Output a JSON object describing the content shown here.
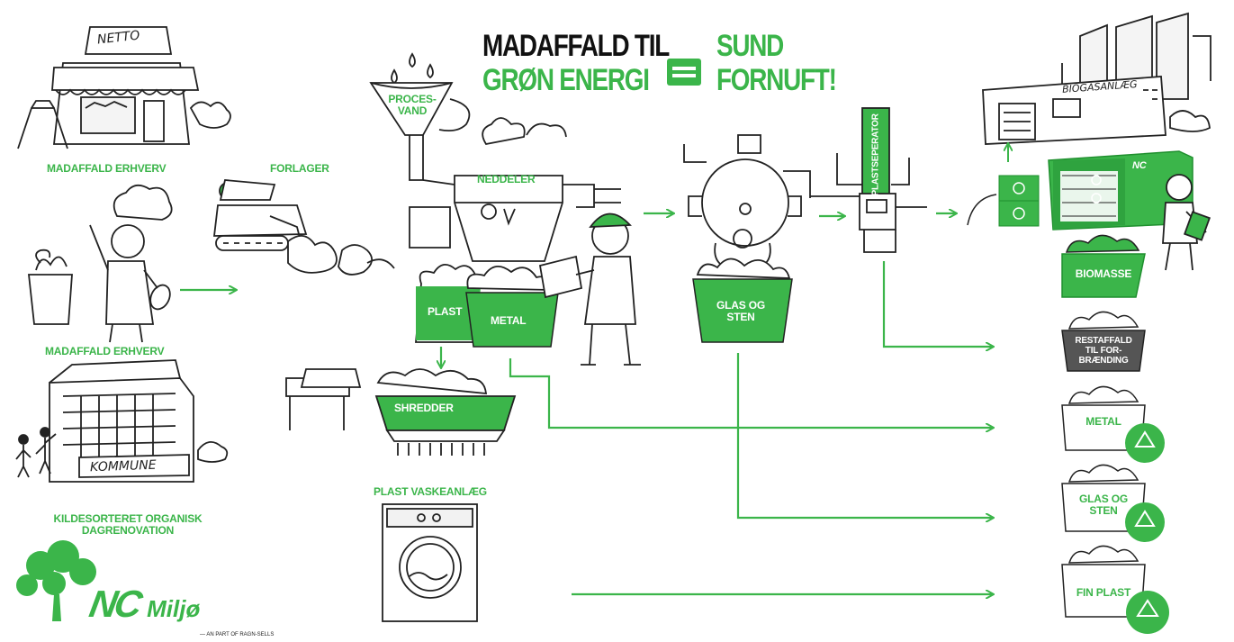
{
  "title": {
    "line1": "MADAFFALD TIL",
    "line2": "GRØN ENERGI",
    "equals_badge": "=",
    "line3": "SUND",
    "line4": "FORNUFT!"
  },
  "colors": {
    "accent_green": "#3bb54a",
    "dark_green": "#1f8f2e",
    "ink": "#222222"
  },
  "sources": {
    "netto_sign": "NETTO",
    "shop_label": "MADAFFALD ERHVERV",
    "chef_label": "MADAFFALD ERHVERV",
    "kommune_sign": "KOMMUNE",
    "kommune_label_line1": "KILDESORTERET ORGANISK",
    "kommune_label_line2": "DAGRENOVATION"
  },
  "stages": {
    "forlager": "FORLAGER",
    "procesvand_line1": "PROCES-",
    "procesvand_line2": "VAND",
    "neddeler": "NEDDELER",
    "plast_bag": "PLAST",
    "metal_bag": "METAL",
    "shredder": "SHREDDER",
    "vaskeanlaeg": "PLAST VASKEANLÆG",
    "glas_line1": "GLAS OG",
    "glas_line2": "STEN",
    "plastseparator": "PLASTSEPERATOR",
    "biogas_sign": "BIOGASANLÆG"
  },
  "outputs": [
    {
      "line1": "BIOMASSE",
      "line2": "",
      "line3": ""
    },
    {
      "line1": "RESTAFFALD",
      "line2": "TIL FOR-",
      "line3": "BRÆNDING"
    },
    {
      "line1": "METAL",
      "line2": "",
      "line3": ""
    },
    {
      "line1": "GLAS OG",
      "line2": "STEN",
      "line3": ""
    },
    {
      "line1": "FIN PLAST",
      "line2": "",
      "line3": ""
    }
  ],
  "logo": {
    "brand": "NC",
    "name": "Miljø",
    "tagline": "— AN PART OF RAGN-SELLS"
  },
  "container_brand": "NC"
}
